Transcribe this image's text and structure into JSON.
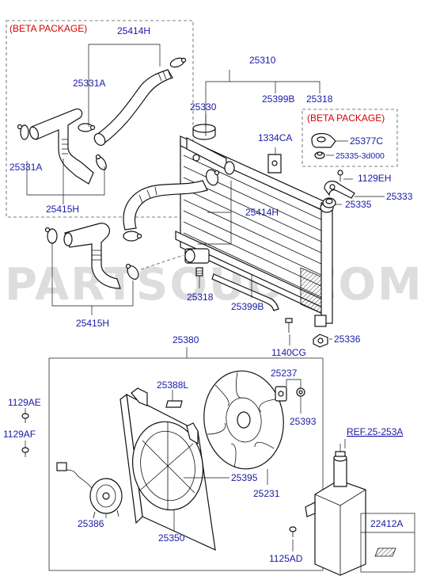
{
  "beta_package_label": "(BETA PACKAGE)",
  "watermark": "PARTSOUQ.COM",
  "reference": "REF.25-253A",
  "parts": {
    "p25414H_top": "25414H",
    "p25331A_a": "25331A",
    "p25331A_b": "25331A",
    "p25415H_top": "25415H",
    "p25310": "25310",
    "p25330": "25330",
    "p25399B_a": "25399B",
    "p25318_a": "25318",
    "p1334CA": "1334CA",
    "p25377C": "25377C",
    "p25335_3d000": "25335-3d000",
    "p1129EH": "1129EH",
    "p25333": "25333",
    "p25335": "25335",
    "p25414H_mid": "25414H",
    "p25318_b": "25318",
    "p25399B_b": "25399B",
    "p25415H_bot": "25415H",
    "p1140CG": "1140CG",
    "p25336": "25336",
    "p25380": "25380",
    "p25388L": "25388L",
    "p25237": "25237",
    "p25393": "25393",
    "p1129AE": "1129AE",
    "p1129AF": "1129AF",
    "p25395": "25395",
    "p25231": "25231",
    "p25386": "25386",
    "p25350": "25350",
    "p1125AD": "1125AD",
    "p22412A": "22412A"
  }
}
